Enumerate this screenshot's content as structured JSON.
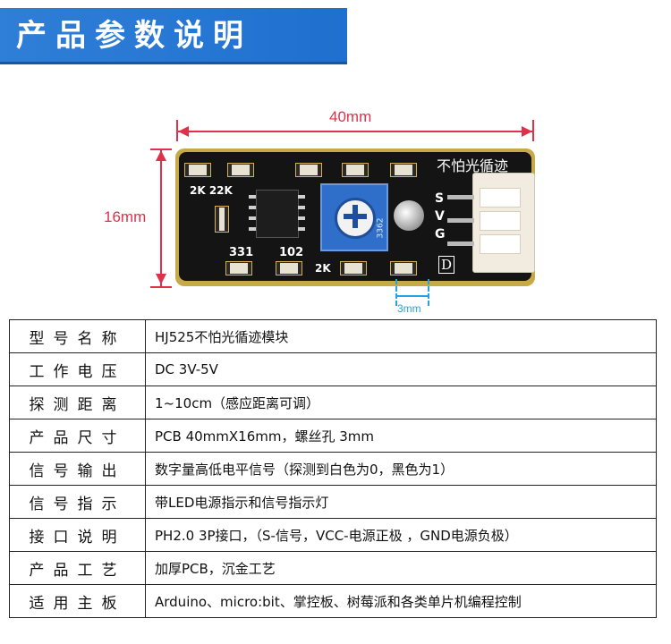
{
  "header": {
    "title": "产品参数说明",
    "accent_color": "#1f6fd0"
  },
  "diagram": {
    "width_label": "40mm",
    "height_label": "16mm",
    "hole_label": "3mm",
    "board": {
      "title": "不怕光循迹",
      "resistor_top_label": "2K 22K",
      "label_331": "331",
      "label_102": "102",
      "label_2k": "2K",
      "pot_text": "3362",
      "pin_labels": [
        "S",
        "V",
        "G"
      ],
      "d_label": "D"
    },
    "line_color": "#e0314b"
  },
  "specs": [
    {
      "label": "型号名称",
      "value": "HJ525不怕光循迹模块"
    },
    {
      "label": "工作电压",
      "value": "DC 3V-5V"
    },
    {
      "label": "探测距离",
      "value": "1~10cm（感应距离可调）"
    },
    {
      "label": "产品尺寸",
      "value": "PCB 40mmX16mm，螺丝孔 3mm"
    },
    {
      "label": "信号输出",
      "value": "数字量高低电平信号（探测到白色为0，黑色为1）"
    },
    {
      "label": "信号指示",
      "value": "带LED电源指示和信号指示灯"
    },
    {
      "label": "接口说明",
      "value": "PH2.0 3P接口，（S-信号，VCC-电源正极 ，GND电源负极）"
    },
    {
      "label": "产品工艺",
      "value": "加厚PCB，沉金工艺"
    },
    {
      "label": "适用主板",
      "value": "Arduino、micro:bit、掌控板、树莓派和各类单片机编程控制"
    }
  ]
}
